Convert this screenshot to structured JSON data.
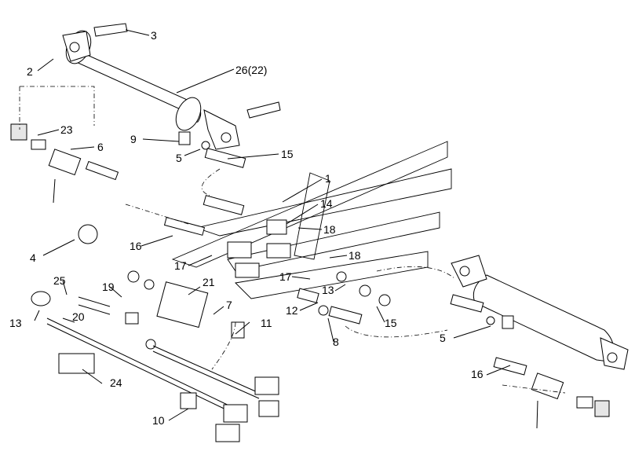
{
  "diagram": {
    "labels": {
      "l3": "3",
      "l2": "2",
      "l26": "26(22)",
      "l23": "23",
      "l6": "6",
      "l9": "9",
      "l5a": "5",
      "l15a": "15",
      "l1": "1",
      "l14": "14",
      "l18a": "18",
      "l4": "4",
      "l16a": "16",
      "l17a": "17",
      "l18b": "18",
      "l17b": "17",
      "l13a": "13",
      "l25": "25",
      "l19": "19",
      "l21": "21",
      "l12": "12",
      "l15b": "15",
      "l13b": "13",
      "l20": "20",
      "l7": "7",
      "l11": "11",
      "l8": "8",
      "l5b": "5",
      "l16b": "16",
      "l24": "24",
      "l10": "10"
    }
  }
}
